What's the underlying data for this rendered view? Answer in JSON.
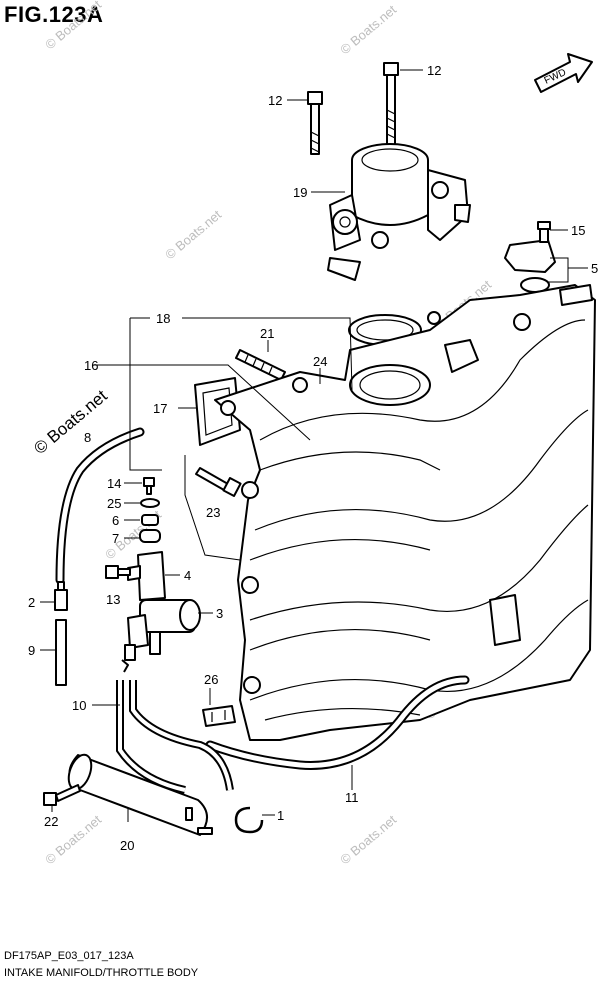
{
  "figure": {
    "title": "FIG.123A",
    "direction_badge": "FWD",
    "code": "DF175AP_E03_017_123A",
    "caption": "INTAKE MANIFOLD/THROTTLE BODY"
  },
  "watermark": "© Boats.net",
  "callouts": [
    "12",
    "12",
    "19",
    "15",
    "5",
    "18",
    "21",
    "16",
    "24",
    "17",
    "8",
    "14",
    "25",
    "6",
    "7",
    "23",
    "4",
    "2",
    "13",
    "3",
    "9",
    "26",
    "10",
    "11",
    "22",
    "20",
    "1"
  ]
}
